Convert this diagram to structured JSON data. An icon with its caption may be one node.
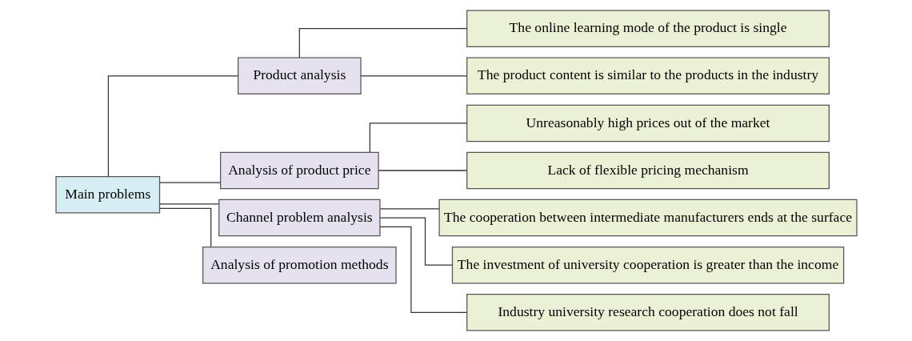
{
  "diagram": {
    "nodes": [
      {
        "text": [
          "Main problems"
        ]
      },
      {
        "text": [
          "Product analysis"
        ]
      },
      {
        "text": [
          "The online learning mode of the product is single"
        ]
      },
      {
        "text": [
          "The product content is similar to the products in the industry"
        ]
      },
      {
        "text": [
          "Analysis of product price"
        ]
      },
      {
        "text": [
          "Unreasonably high prices out of the market"
        ]
      },
      {
        "text": [
          "Lack of flexible pricing mechanism"
        ]
      },
      {
        "text": [
          "Channel problem analysis"
        ]
      },
      {
        "text": [
          "The cooperation between intermediate manufacturers ends at the surface"
        ]
      },
      {
        "text": [
          "The investment of university cooperation is greater than the income"
        ]
      },
      {
        "text": [
          "Industry university research cooperation does not fall"
        ]
      },
      {
        "text": [
          "Analysis of promotion methods"
        ]
      }
    ],
    "edges": [
      {
        "from": 0,
        "to": 1,
        "arrow": "none"
      },
      {
        "from": 0,
        "to": 4,
        "arrow": "none"
      },
      {
        "from": 0,
        "to": 7,
        "arrow": "none"
      },
      {
        "from": 0,
        "to": 11,
        "arrow": "none"
      },
      {
        "from": 1,
        "to": 2,
        "arrow": "none"
      },
      {
        "from": 1,
        "to": 3,
        "arrow": "none"
      },
      {
        "from": 4,
        "to": 5,
        "arrow": "none"
      },
      {
        "from": 4,
        "to": 6,
        "arrow": "none"
      },
      {
        "from": 7,
        "to": 8,
        "arrow": "none"
      },
      {
        "from": 7,
        "to": 9,
        "arrow": "none"
      },
      {
        "from": 7,
        "to": 10,
        "arrow": "none"
      }
    ]
  }
}
